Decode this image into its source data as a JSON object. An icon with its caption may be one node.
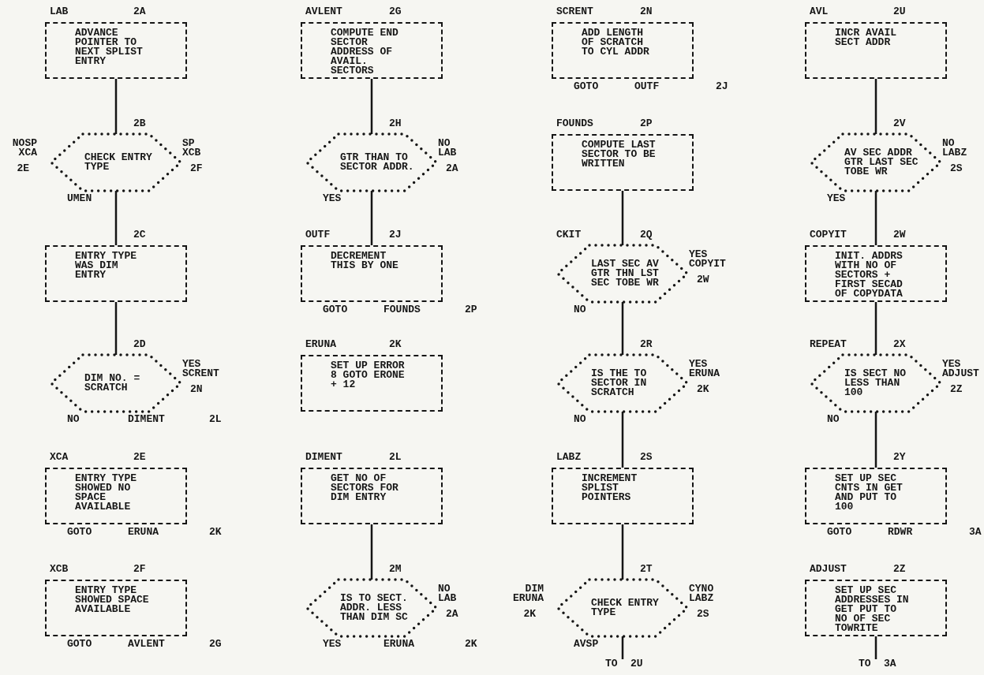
{
  "diagram": {
    "nodes": [
      {
        "text": [
          "LAB",
          "2A",
          "ADVANCE POINTER TO NEXT SPLIST ENTRY"
        ]
      },
      {
        "text": [
          "2B",
          "CHECK ENTRY TYPE"
        ],
        "beside": [
          "NOSP XCA",
          "2E",
          "SP XCB",
          "2F",
          "UMEN"
        ]
      },
      {
        "text": [
          "2C",
          "ENTRY TYPE WAS DIM ENTRY"
        ]
      },
      {
        "text": [
          "2D",
          "DIM NO. = SCRATCH"
        ],
        "beside": [
          "YES SCRENT",
          "2N",
          "NO",
          "DIMENT",
          "2L"
        ]
      },
      {
        "text": [
          "XCA",
          "2E",
          "ENTRY TYPE SHOWED NO SPACE AVAILABLE"
        ],
        "beside": [
          "GOTO",
          "ERUNA",
          "2K"
        ]
      },
      {
        "text": [
          "XCB",
          "2F",
          "ENTRY TYPE SHOWED SPACE AVAILABLE"
        ],
        "beside": [
          "GOTO",
          "AVLENT",
          "2G"
        ]
      },
      {
        "text": [
          "AVLENT",
          "2G",
          "COMPUTE END SECTOR ADDRESS OF AVAIL. SECTORS"
        ]
      },
      {
        "text": [
          "2H",
          "GTR THAN TO SECTOR ADDR."
        ],
        "beside": [
          "NO LAB",
          "2A",
          "YES"
        ]
      },
      {
        "text": [
          "OUTF",
          "2J",
          "DECREMENT THIS BY ONE"
        ],
        "beside": [
          "GOTO",
          "FOUNDS",
          "2P"
        ]
      },
      {
        "text": [
          "ERUNA",
          "2K",
          "SET UP ERROR 8 GOTO ERONE + 12"
        ]
      },
      {
        "text": [
          "DIMENT",
          "2L",
          "GET NO OF SECTORS FOR DIM ENTRY"
        ]
      },
      {
        "text": [
          "2M",
          "IS TO SECT. ADDR. LESS THAN DIM SC"
        ],
        "beside": [
          "NO LAB",
          "2A",
          "YES",
          "ERUNA",
          "2K"
        ]
      },
      {
        "text": [
          "SCRENT",
          "2N",
          "ADD LENGTH OF SCRATCH TO CYL ADDR"
        ],
        "beside": [
          "GOTO",
          "OUTF",
          "2J"
        ]
      },
      {
        "text": [
          "FOUNDS",
          "2P",
          "COMPUTE LAST SECTOR TO BE WRITTEN"
        ]
      },
      {
        "text": [
          "CKIT",
          "2Q",
          "LAST SEC AV GTR THN LST SEC TOBE WR"
        ],
        "beside": [
          "YES COPYIT",
          "2W",
          "NO"
        ]
      },
      {
        "text": [
          "2R",
          "IS THE TO SECTOR IN SCRATCH"
        ],
        "beside": [
          "YES ERUNA",
          "2K",
          "NO"
        ]
      },
      {
        "text": [
          "LABZ",
          "2S",
          "INCREMENT SPLIST POINTERS"
        ]
      },
      {
        "text": [
          "2T",
          "CHECK ENTRY TYPE"
        ],
        "beside": [
          "DIM ERUNA",
          "2K",
          "CYNO LABZ",
          "2S",
          "AVSP"
        ]
      },
      {
        "text": [
          "TO",
          "2U"
        ]
      },
      {
        "text": [
          "AVL",
          "2U",
          "INCR AVAIL SECT ADDR"
        ]
      },
      {
        "text": [
          "2V",
          "AV SEC ADDR GTR LAST SEC TOBE WR"
        ],
        "beside": [
          "NO LABZ",
          "2S",
          "YES"
        ]
      },
      {
        "text": [
          "COPYIT",
          "2W",
          "INIT. ADDRS WITH NO OF SECTORS + FIRST SECAD OF COPYDATA"
        ]
      },
      {
        "text": [
          "REPEAT",
          "2X",
          "IS SECT NO LESS THAN 100"
        ],
        "beside": [
          "YES ADJUST",
          "2Z",
          "NO"
        ]
      },
      {
        "text": [
          "2Y",
          "SET UP SEC CNTS IN GET AND PUT TO 100"
        ],
        "beside": [
          "GOTO",
          "RDWR",
          "3A"
        ]
      },
      {
        "text": [
          "ADJUST",
          "2Z",
          "SET UP SEC ADDRESSES IN GET PUT TO NO OF SEC TOWRITE"
        ]
      },
      {
        "text": [
          "TO",
          "3A"
        ]
      }
    ],
    "edges": [
      {
        "from": 0,
        "to": 1,
        "arrow": "none"
      },
      {
        "from": 1,
        "to": 2,
        "arrow": "none"
      },
      {
        "from": 2,
        "to": 3,
        "arrow": "none"
      },
      {
        "from": 6,
        "to": 7,
        "arrow": "none"
      },
      {
        "from": 7,
        "to": 8,
        "arrow": "none"
      },
      {
        "from": 10,
        "to": 11,
        "arrow": "none"
      },
      {
        "from": 13,
        "to": 14,
        "arrow": "none"
      },
      {
        "from": 14,
        "to": 15,
        "arrow": "none"
      },
      {
        "from": 15,
        "to": 16,
        "arrow": "none"
      },
      {
        "from": 16,
        "to": 17,
        "arrow": "none"
      },
      {
        "from": 17,
        "to": 18,
        "arrow": "none"
      },
      {
        "from": 19,
        "to": 20,
        "arrow": "none"
      },
      {
        "from": 20,
        "to": 21,
        "arrow": "none"
      },
      {
        "from": 21,
        "to": 22,
        "arrow": "none"
      },
      {
        "from": 22,
        "to": 23,
        "arrow": "none"
      },
      {
        "from": 24,
        "to": 25,
        "arrow": "none"
      }
    ]
  }
}
